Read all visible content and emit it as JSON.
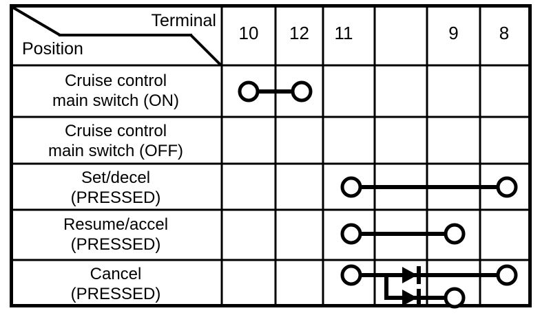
{
  "header": {
    "terminal_label": "Terminal",
    "position_label": "Position"
  },
  "columns": [
    {
      "id": "col-10",
      "label": "10"
    },
    {
      "id": "col-12",
      "label": "12"
    },
    {
      "id": "col-11",
      "label": "11"
    },
    {
      "id": "col-blank",
      "label": ""
    },
    {
      "id": "col-9",
      "label": "9"
    },
    {
      "id": "col-8",
      "label": "8"
    }
  ],
  "rows": [
    {
      "id": "row-main-switch-on",
      "line1": "Cruise control",
      "line2": "main switch (ON)"
    },
    {
      "id": "row-main-switch-off",
      "line1": "Cruise control",
      "line2": "main switch (OFF)"
    },
    {
      "id": "row-set-decel",
      "line1": "Set/decel",
      "line2": "(PRESSED)"
    },
    {
      "id": "row-resume-accel",
      "line1": "Resume/accel",
      "line2": "(PRESSED)"
    },
    {
      "id": "row-cancel",
      "line1": "Cancel",
      "line2": "(PRESSED)"
    }
  ],
  "continuity": [
    {
      "row": "row-main-switch-on",
      "connections": [
        {
          "from": "col-10",
          "to": "col-12",
          "via": "wire"
        }
      ]
    },
    {
      "row": "row-main-switch-off",
      "connections": []
    },
    {
      "row": "row-set-decel",
      "connections": [
        {
          "from": "col-11",
          "to": "col-8",
          "via": "wire"
        }
      ]
    },
    {
      "row": "row-resume-accel",
      "connections": [
        {
          "from": "col-11",
          "to": "col-9",
          "via": "wire"
        }
      ]
    },
    {
      "row": "row-cancel",
      "connections": [
        {
          "from": "col-11",
          "to": "col-8",
          "via": "diode"
        },
        {
          "from": "col-11",
          "to": "col-9",
          "via": "diode"
        }
      ]
    }
  ],
  "style": {
    "line_color": "#000000",
    "background": "#ffffff",
    "outer_border_width": 5,
    "inner_border_width": 3
  }
}
